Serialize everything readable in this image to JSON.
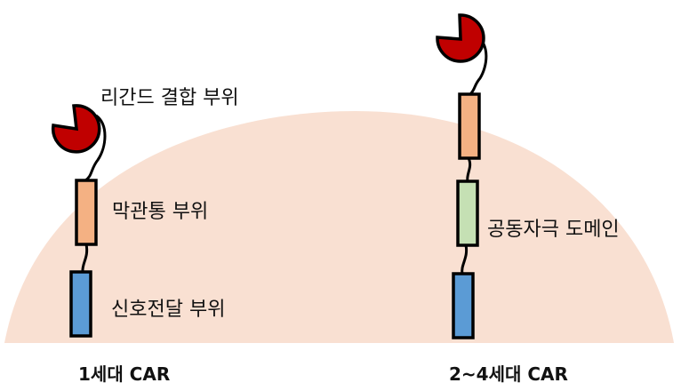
{
  "labels": {
    "ligand_binding": "리간드 결합 부위",
    "transmembrane": "막관통 부위",
    "signaling": "신호전달 부위",
    "costimulatory": "공동자극 도메인"
  },
  "captions": {
    "first_gen": "1세대 CAR",
    "later_gen": "2~4세대 CAR"
  },
  "colors": {
    "cell": "#f9e0d2",
    "ligand_domain": "#c00000",
    "transmembrane_domain": "#f4b183",
    "costimulatory_domain": "#c5e0b4",
    "signaling_domain": "#5b9bd5",
    "outline": "#000000"
  }
}
